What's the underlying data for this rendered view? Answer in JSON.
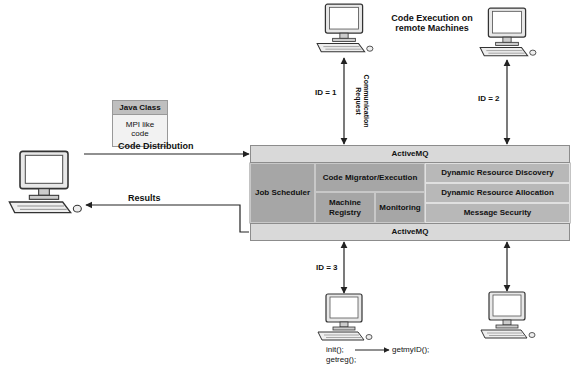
{
  "diagram": {
    "nodes": [
      {
        "text": [
          "ActiveMQ"
        ]
      },
      {
        "text": [
          "Job Scheduler"
        ]
      },
      {
        "text": [
          "Code Migrator/Execution"
        ]
      },
      {
        "text": [
          "Machine Registry"
        ]
      },
      {
        "text": [
          "Monitoring"
        ]
      },
      {
        "text": [
          "Dynamic Resource Discovery"
        ]
      },
      {
        "text": [
          "Dynamic Resource Allocation"
        ]
      },
      {
        "text": [
          "Message Security"
        ]
      },
      {
        "text": [
          "ActiveMQ"
        ]
      },
      {
        "text": [
          "Java Class",
          "MPI like code"
        ]
      }
    ],
    "labels": [
      "Code Execution on remote Machines",
      "Communication Request",
      "ID = 1",
      "ID = 2",
      "Code Distribution",
      "Results",
      "ID = 3",
      "init();",
      "getreg();",
      "getmyID();"
    ]
  }
}
